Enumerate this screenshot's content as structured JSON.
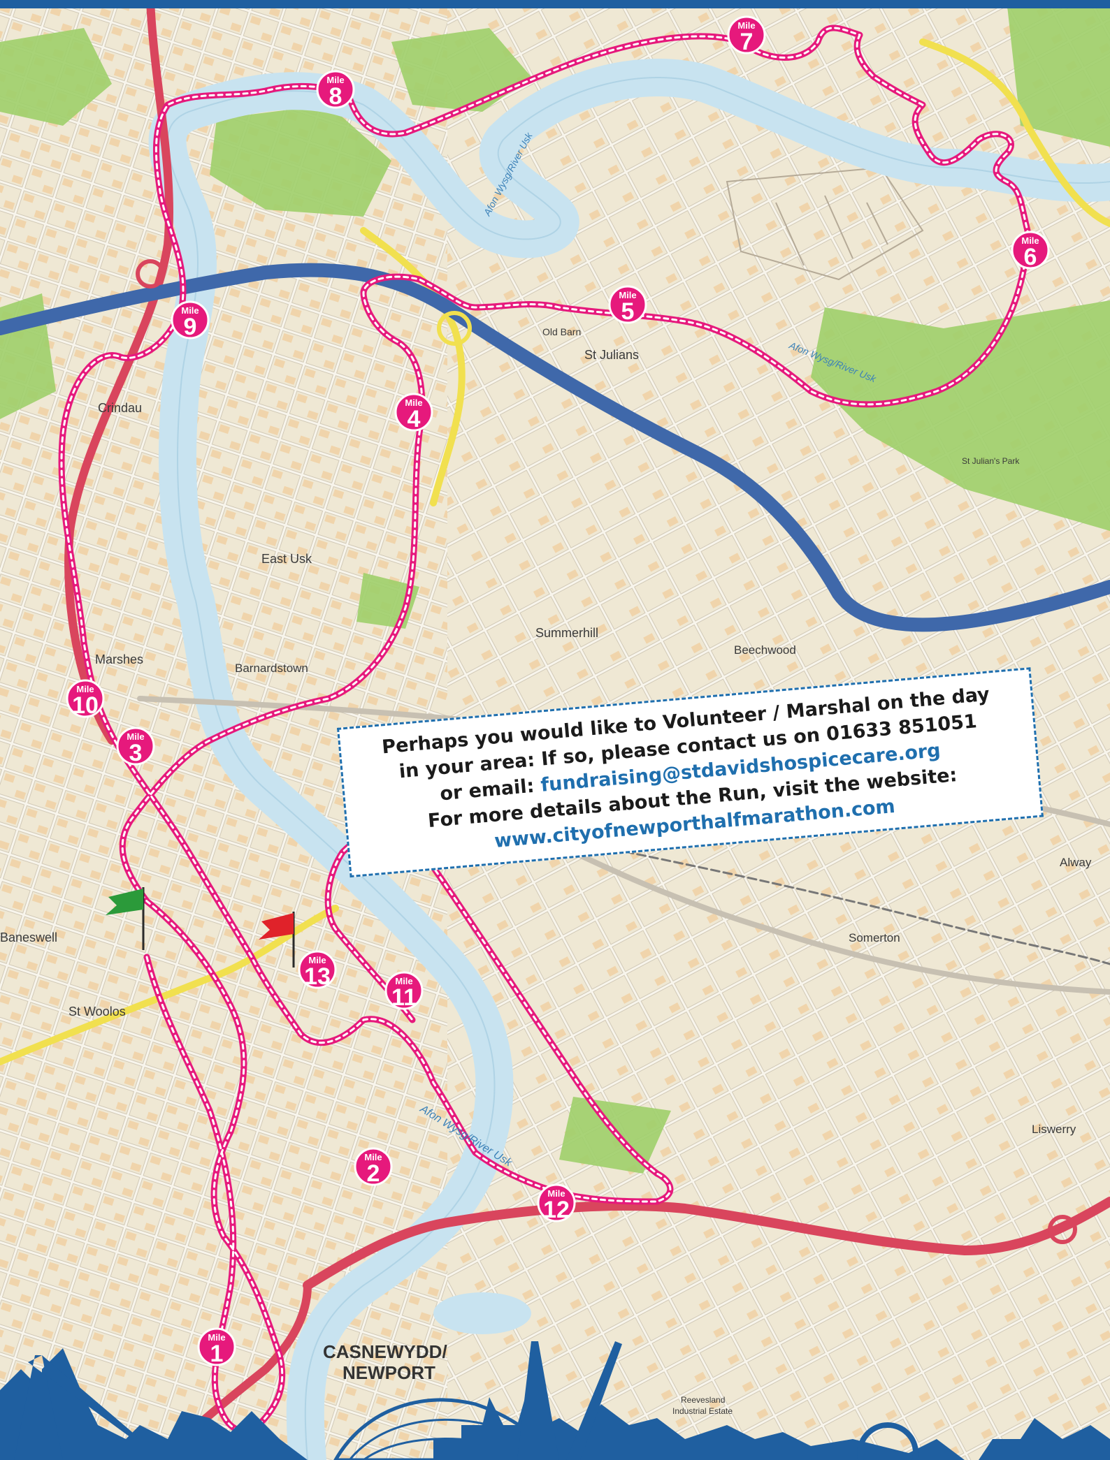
{
  "colors": {
    "route": "#e6197c",
    "river": "#c8e3f0",
    "park": "#9fcf6a",
    "motorway": "#3f68aa",
    "road_yellow": "#f1e04f",
    "road_red": "#d9455d",
    "land": "#efe8d4",
    "header_bar": "#1f5fa0",
    "skyline": "#1f5fa0"
  },
  "markers": [
    {
      "id": "1",
      "prefix": "Mile",
      "number": "1"
    },
    {
      "id": "2",
      "prefix": "Mile",
      "number": "2"
    },
    {
      "id": "3",
      "prefix": "Mile",
      "number": "3"
    },
    {
      "id": "4",
      "prefix": "Mile",
      "number": "4"
    },
    {
      "id": "5",
      "prefix": "Mile",
      "number": "5"
    },
    {
      "id": "6",
      "prefix": "Mile",
      "number": "6"
    },
    {
      "id": "7",
      "prefix": "Mile",
      "number": "7"
    },
    {
      "id": "8",
      "prefix": "Mile",
      "number": "8"
    },
    {
      "id": "9",
      "prefix": "Mile",
      "number": "9"
    },
    {
      "id": "10",
      "prefix": "Mile",
      "number": "10"
    },
    {
      "id": "11",
      "prefix": "Mile",
      "number": "11"
    },
    {
      "id": "12",
      "prefix": "Mile",
      "number": "12"
    },
    {
      "id": "13",
      "prefix": "Mile",
      "number": "13"
    }
  ],
  "places": {
    "crindau": "Crindau",
    "east_usk": "East Usk",
    "marshes": "Marshes",
    "barnardstown": "Barnardstown",
    "st_julians": "St Julians",
    "old_barn": "Old Barn",
    "summerhill": "Summerhill",
    "beechwood": "Beechwood",
    "baneswell": "Baneswell",
    "st_woolos": "St Woolos",
    "somerton": "Somerton",
    "alway": "Alway",
    "liswerry": "Liswerry",
    "newport_1": "CASNEWYDD/",
    "newport_2": "NEWPORT",
    "st_julians_park": "St Julian's Park",
    "reevesland_1": "Reevesland",
    "reevesland_2": "Industrial Estate",
    "rivers": {
      "river_upper": "Afon Wysg/River Usk",
      "river_mid": "Afon Wysg/River Usk",
      "river_lower": "Afon Wysg/River Usk"
    }
  },
  "info": {
    "line1": "Perhaps you would like to Volunteer / Marshal on the day",
    "line2": "in your area: If so, please contact us on 01633 851051",
    "line3_prefix": "or email: ",
    "email": "fundraising@stdavidshospicecare.org",
    "line4": "For more details about the Run, visit the website:",
    "website": "www.cityofnewporthalfmarathon.com"
  }
}
